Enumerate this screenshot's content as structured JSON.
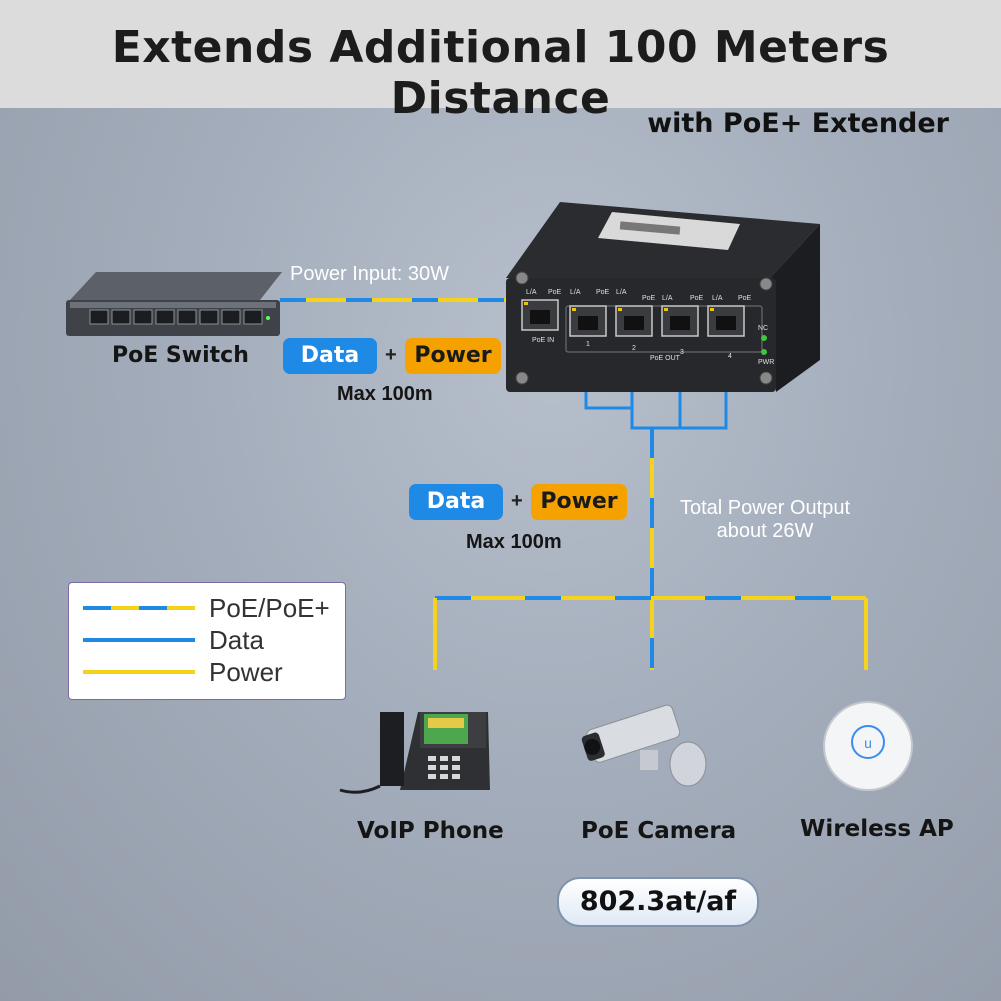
{
  "header": {
    "title": "Extends Additional 100 Meters Distance",
    "subtitle": "with PoE+ Extender"
  },
  "colors": {
    "data": "#1e8ae6",
    "power": "#f5d21c",
    "power_pill": "#f5a200"
  },
  "switch": {
    "label": "PoE Switch",
    "input_label": "Power Input: 30W",
    "data_pill": "Data",
    "plus": "+",
    "power_pill": "Power",
    "distance": "Max 100m"
  },
  "extender": {
    "port_labels": [
      "L/A",
      "PoE",
      "L/A",
      "PoE",
      "L/A",
      "PoE",
      "L/A",
      "PoE",
      "L/A",
      "PoE"
    ],
    "port_numbers": [
      "1",
      "2",
      "3",
      "4"
    ],
    "in_label": "PoE IN",
    "out_label": "PoE OUT",
    "led_labels": [
      "NC",
      "PWR"
    ]
  },
  "output": {
    "data_pill": "Data",
    "plus": "+",
    "power_pill": "Power",
    "distance": "Max 100m",
    "total_line1": "Total Power Output",
    "total_line2": "about 26W"
  },
  "legend": {
    "items": [
      {
        "label": "PoE/PoE+",
        "type": "poe"
      },
      {
        "label": "Data",
        "type": "data"
      },
      {
        "label": "Power",
        "type": "power"
      }
    ]
  },
  "devices": {
    "phone": "VoIP Phone",
    "camera": "PoE Camera",
    "ap": "Wireless AP"
  },
  "standard": "802.3at/af"
}
